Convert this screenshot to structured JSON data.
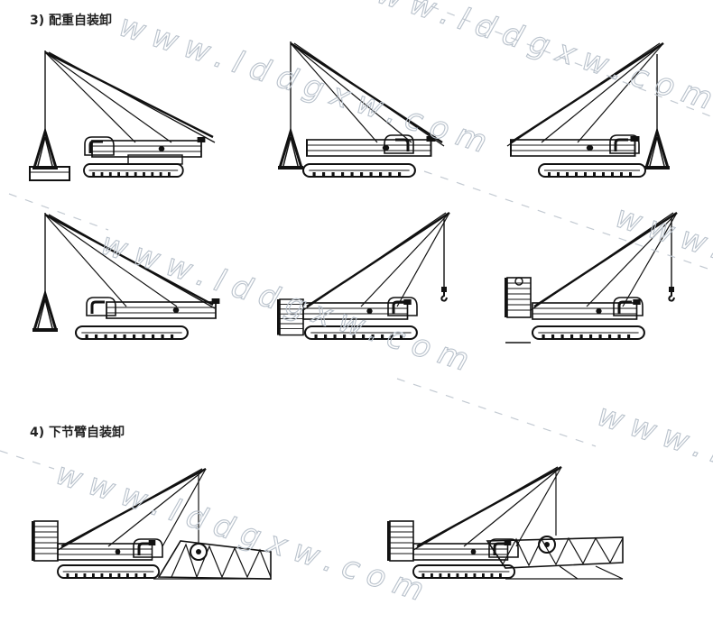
{
  "sections": {
    "counterweight": {
      "heading": "3) 配重自装卸"
    },
    "lower_boom": {
      "heading": "4) 下节臂自装卸"
    }
  },
  "watermark": {
    "text": "www.lddgxw.com",
    "color": "#b9c2cc"
  },
  "colors": {
    "line": "#111111",
    "background": "#ffffff"
  }
}
